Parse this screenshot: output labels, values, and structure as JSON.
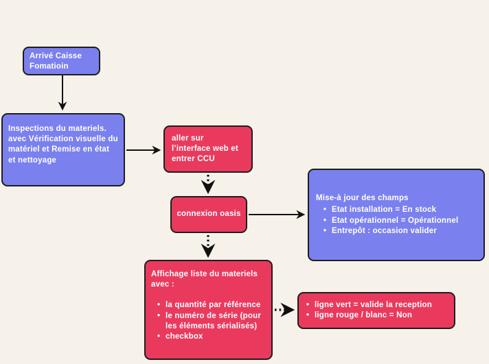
{
  "colors": {
    "background": "#f6f1e9",
    "box_blue": "#7b80ef",
    "box_red": "#e93a5e",
    "border": "#1d1d1d",
    "text": "#ffffff",
    "arrow": "#111111"
  },
  "boxes": {
    "arrive": {
      "text": "Arrivé Caisse Fomatioin"
    },
    "inspections": {
      "text": "Inspections du materiels. avec Vérification visuelle du matériel et Remise en état et nettoyage"
    },
    "interface": {
      "text": "aller sur l’interface web et entrer CCU"
    },
    "connexion": {
      "text": "connexion oasis"
    },
    "mise_a_jour": {
      "title": "Mise-à jour des champs",
      "bullets": [
        "Etat installation = En stock",
        "Etat opérationnel = Opérationnel",
        "Entrepôt : occasion valider"
      ]
    },
    "affichage": {
      "title": "Affichage liste du materiels avec :",
      "bullets": [
        "la quantité par référence",
        "le numéro de série (pour les éléments sérialisés)",
        "checkbox"
      ]
    },
    "lignes": {
      "bullets": [
        "ligne vert = valide la reception",
        "ligne rouge / blanc = Non"
      ]
    }
  },
  "connections": [
    {
      "from": "arrive",
      "to": "inspections",
      "style": "solid"
    },
    {
      "from": "inspections",
      "to": "interface",
      "style": "solid"
    },
    {
      "from": "interface",
      "to": "connexion",
      "style": "dotted"
    },
    {
      "from": "connexion",
      "to": "mise_a_jour",
      "style": "solid"
    },
    {
      "from": "connexion",
      "to": "affichage",
      "style": "dotted"
    },
    {
      "from": "affichage",
      "to": "lignes",
      "style": "dotted"
    }
  ]
}
